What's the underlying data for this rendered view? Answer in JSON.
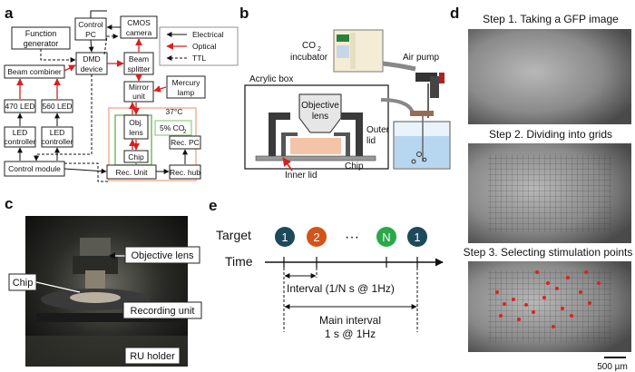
{
  "panels": {
    "a": {
      "label": "a",
      "blocks": {
        "function_generator": [
          "Function",
          "generator"
        ],
        "control_pc": [
          "Control",
          "PC"
        ],
        "cmos_camera": [
          "CMOS",
          "camera"
        ],
        "dmd_device": [
          "DMD",
          "device"
        ],
        "beam_combiner": "Beam combiner",
        "beam_splitter": [
          "Beam",
          "splitter"
        ],
        "mirror_unit": [
          "Mirror",
          "unit"
        ],
        "mercury_lamp": [
          "Mercury",
          "lamp"
        ],
        "led470": "470 LED",
        "led560": "560 LED",
        "led_controller": [
          "LED",
          "controller"
        ],
        "obj_lens": [
          "Obj.",
          "lens"
        ],
        "temp": "37°C",
        "co2": "5% CO",
        "co2_sub": "2",
        "chip": "Chip",
        "rec_pc": "Rec. PC",
        "control_module": "Control module",
        "rec_unit": "Rec. Unit",
        "rec_hub": "Rec. hub"
      },
      "legend": [
        "Electrical",
        "Optical",
        "TTL"
      ],
      "colors": {
        "optical": "#d9201f",
        "enclosure": "#f0b79a",
        "incubator_box": "#7dc26b"
      }
    },
    "b": {
      "label": "b",
      "co2": "CO",
      "co2_sub": "2",
      "incubator": "incubator",
      "air_pump": "Air pump",
      "acrylic_box": "Acrylic box",
      "objective_lens": [
        "Objective",
        "lens"
      ],
      "outer_lid": [
        "Outer",
        "lid"
      ],
      "inner_lid": "Inner lid",
      "chip": "Chip"
    },
    "c": {
      "label": "c",
      "callouts": [
        "Objective lens",
        "Chip",
        "Recording unit",
        "RU holder"
      ]
    },
    "d": {
      "label": "d",
      "steps": [
        "Step 1. Taking a GFP image",
        "Step 2. Dividing into grids",
        "Step 3. Selecting stimulation points"
      ],
      "scale_bar": "500 µm",
      "colors": {
        "points": "#e0201c"
      }
    },
    "e": {
      "label": "e",
      "target_label": "Target",
      "time_label": "Time",
      "targets": [
        {
          "text": "1",
          "color": "#1c4a5a"
        },
        {
          "text": "2",
          "color": "#d2541a"
        },
        {
          "text": "N",
          "color": "#2aa84a"
        },
        {
          "text": "1",
          "color": "#1c4a5a"
        }
      ],
      "ellipsis": "···",
      "interval": "Interval (1/N s @ 1Hz)",
      "main_interval": [
        "Main interval",
        "1 s @ 1Hz"
      ]
    }
  }
}
